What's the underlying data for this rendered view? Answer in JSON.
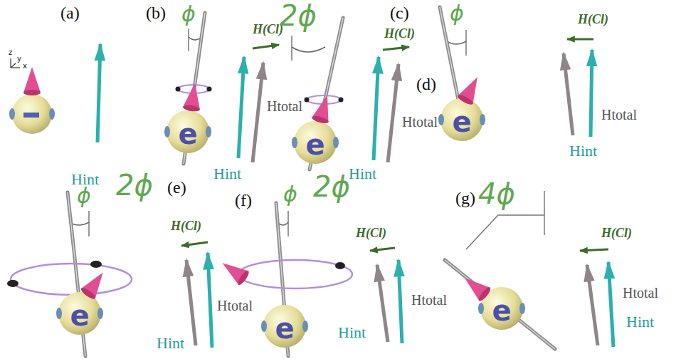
{
  "diagram": {
    "labels": [
      "(a)",
      "z",
      "y",
      "x",
      "Hint",
      "(b)",
      "ϕ",
      "H(Cl)",
      "e",
      "Hint",
      "Htotal",
      "2ϕ",
      "(c)",
      "H(Cl)",
      "e",
      "Hint",
      "Htotal",
      "ϕ",
      "(d)",
      "H(Cl)",
      "e",
      "Htotal",
      "Hint",
      "(e)",
      "ϕ",
      "2ϕ",
      "H(Cl)",
      "e",
      "Htotal",
      "Hint",
      "(f)",
      "ϕ",
      "2ϕ",
      "H(Cl)",
      "e",
      "Htotal",
      "Hint",
      "(g)",
      "4ϕ",
      "H(Cl)",
      "e",
      "Htotal",
      "Hint"
    ]
  }
}
